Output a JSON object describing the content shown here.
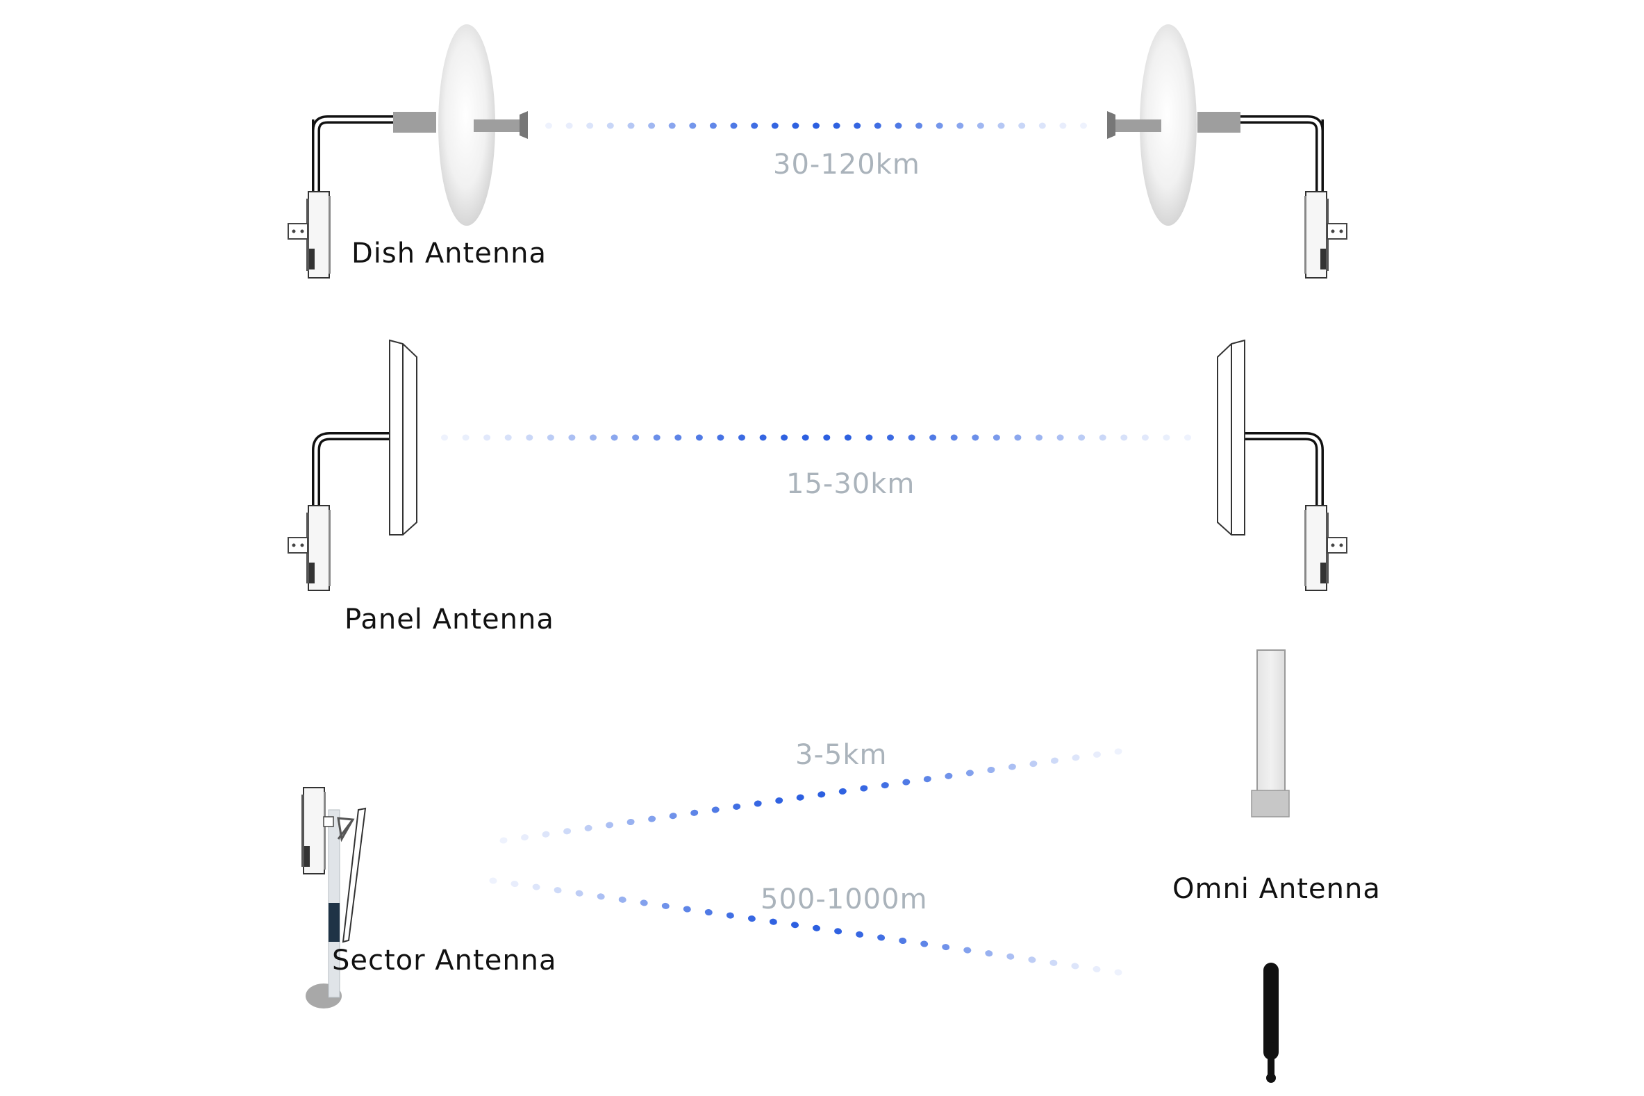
{
  "labels": {
    "dish": "Dish Antenna",
    "panel": "Panel Antenna",
    "sector": "Sector Antenna",
    "omni": "Omni Antenna"
  },
  "distances": {
    "dish": "30-120km",
    "panel": "15-30km",
    "sector_to_omni": "3-5km",
    "sector_to_stubby": "500-1000m"
  },
  "colors": {
    "signal_dot": "#2c5fe0",
    "label_text": "#111111",
    "distance_text": "#aab3bb",
    "dish_gradient_edge": "#d2d2d2",
    "hardware_gray": "#9a9a9a",
    "pole_band": "#1f3346"
  }
}
